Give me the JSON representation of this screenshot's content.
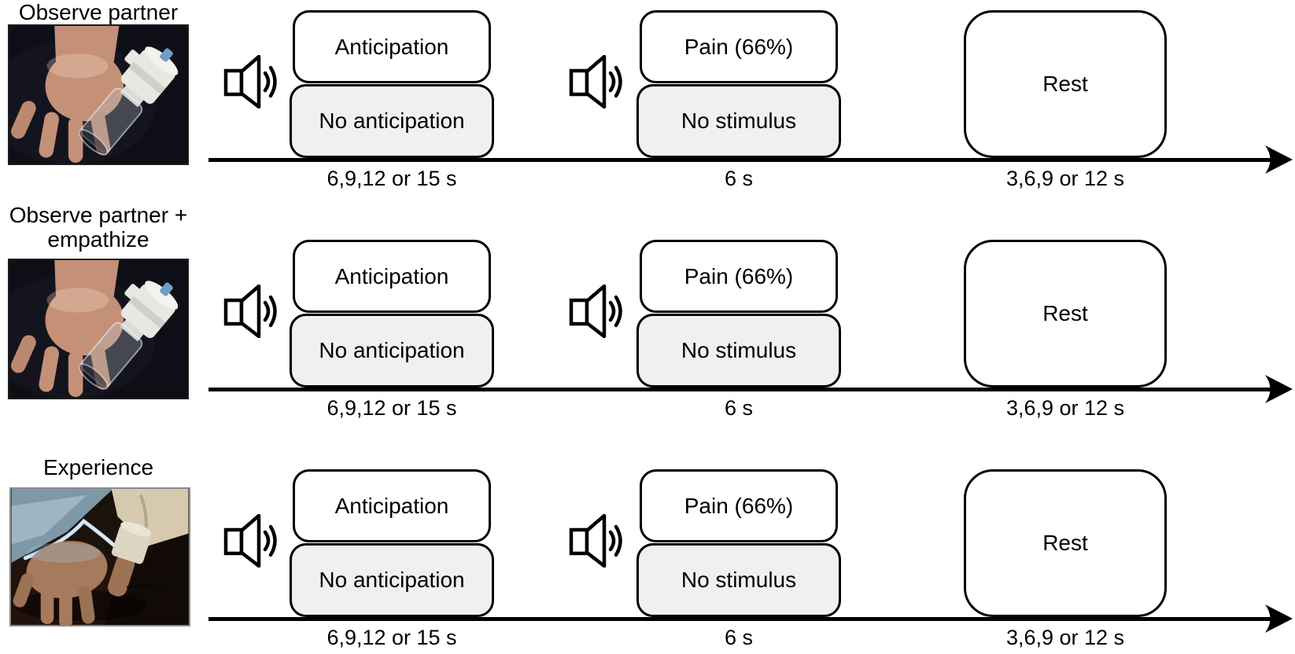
{
  "figure": {
    "type": "experimental-paradigm-timeline",
    "conditions": [
      {
        "label_line1": "Observe partner",
        "label_line2": "",
        "photo_alt": "partner hand with pressure-pain device"
      },
      {
        "label_line1": "Observe partner +",
        "label_line2": "empathize",
        "photo_alt": "partner hand with pressure-pain device"
      },
      {
        "label_line1": "Experience",
        "label_line2": "",
        "photo_alt": "own hand with pain stimulation cuff"
      }
    ],
    "phases": {
      "anticipation": {
        "primary": "Anticipation",
        "alternative": "No anticipation",
        "duration": "6,9,12 or 15 s"
      },
      "stimulus": {
        "primary": "Pain (66%)",
        "alternative": "No stimulus",
        "duration": "6 s"
      },
      "rest": {
        "label": "Rest",
        "duration": "3,6,9 or 12 s"
      }
    },
    "icons": {
      "speaker": "speaker-with-sound-waves-icon"
    },
    "colors": {
      "outline": "#000000",
      "box_fill_primary": "#ffffff",
      "box_fill_alternative": "#f0f0f0",
      "background": "#ffffff"
    }
  }
}
